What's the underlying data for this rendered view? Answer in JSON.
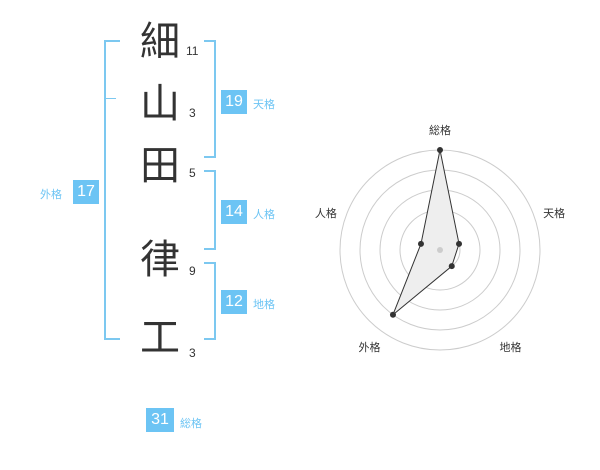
{
  "name": {
    "chars": [
      {
        "char": "細",
        "strokes": "11"
      },
      {
        "char": "山",
        "strokes": "3"
      },
      {
        "char": "田",
        "strokes": "5"
      },
      {
        "char": "律",
        "strokes": "9"
      },
      {
        "char": "工",
        "strokes": "3"
      }
    ]
  },
  "kaku": {
    "tenkaku": {
      "value": "19",
      "label": "天格"
    },
    "jinkaku": {
      "value": "14",
      "label": "人格"
    },
    "chikaku": {
      "value": "12",
      "label": "地格"
    },
    "gaikaku": {
      "value": "17",
      "label": "外格"
    },
    "soukaku": {
      "value": "31",
      "label": "総格"
    }
  },
  "chart_data": {
    "type": "radar",
    "axes": [
      "総格",
      "天格",
      "地格",
      "外格",
      "人格"
    ],
    "values": [
      5,
      1,
      1,
      4,
      1
    ],
    "max": 5,
    "colors": {
      "fill": "#eeeeee",
      "line": "#333333",
      "ring": "#cccccc"
    }
  },
  "colors": {
    "accent": "#6cc4f4",
    "bracket": "#7cc8f0"
  }
}
